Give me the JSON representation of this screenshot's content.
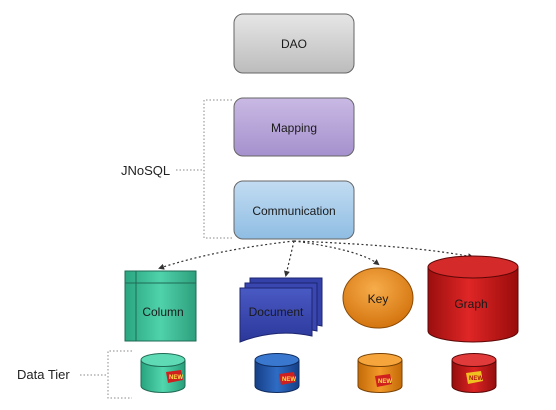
{
  "layers": {
    "dao": "DAO",
    "mapping": "Mapping",
    "communication": "Communication"
  },
  "groups": {
    "jnosql": "JNoSQL",
    "data_tier": "Data Tier"
  },
  "databases": {
    "column": "Column",
    "document": "Document",
    "key": "Key",
    "graph": "Graph"
  },
  "badge_text": "NEW",
  "colors": {
    "dao_fill": "#cdcdcd",
    "mapping_fill": "#b6a3d6",
    "communication_fill": "#a9cce9",
    "column_fill": "#3dbf98",
    "document_fill": "#3b49b2",
    "key_fill": "#e6860f",
    "graph_fill": "#c41616",
    "tier_column": "#38bd93",
    "tier_document": "#1f56a6",
    "tier_key": "#df7b0c",
    "tier_graph": "#c01616"
  }
}
